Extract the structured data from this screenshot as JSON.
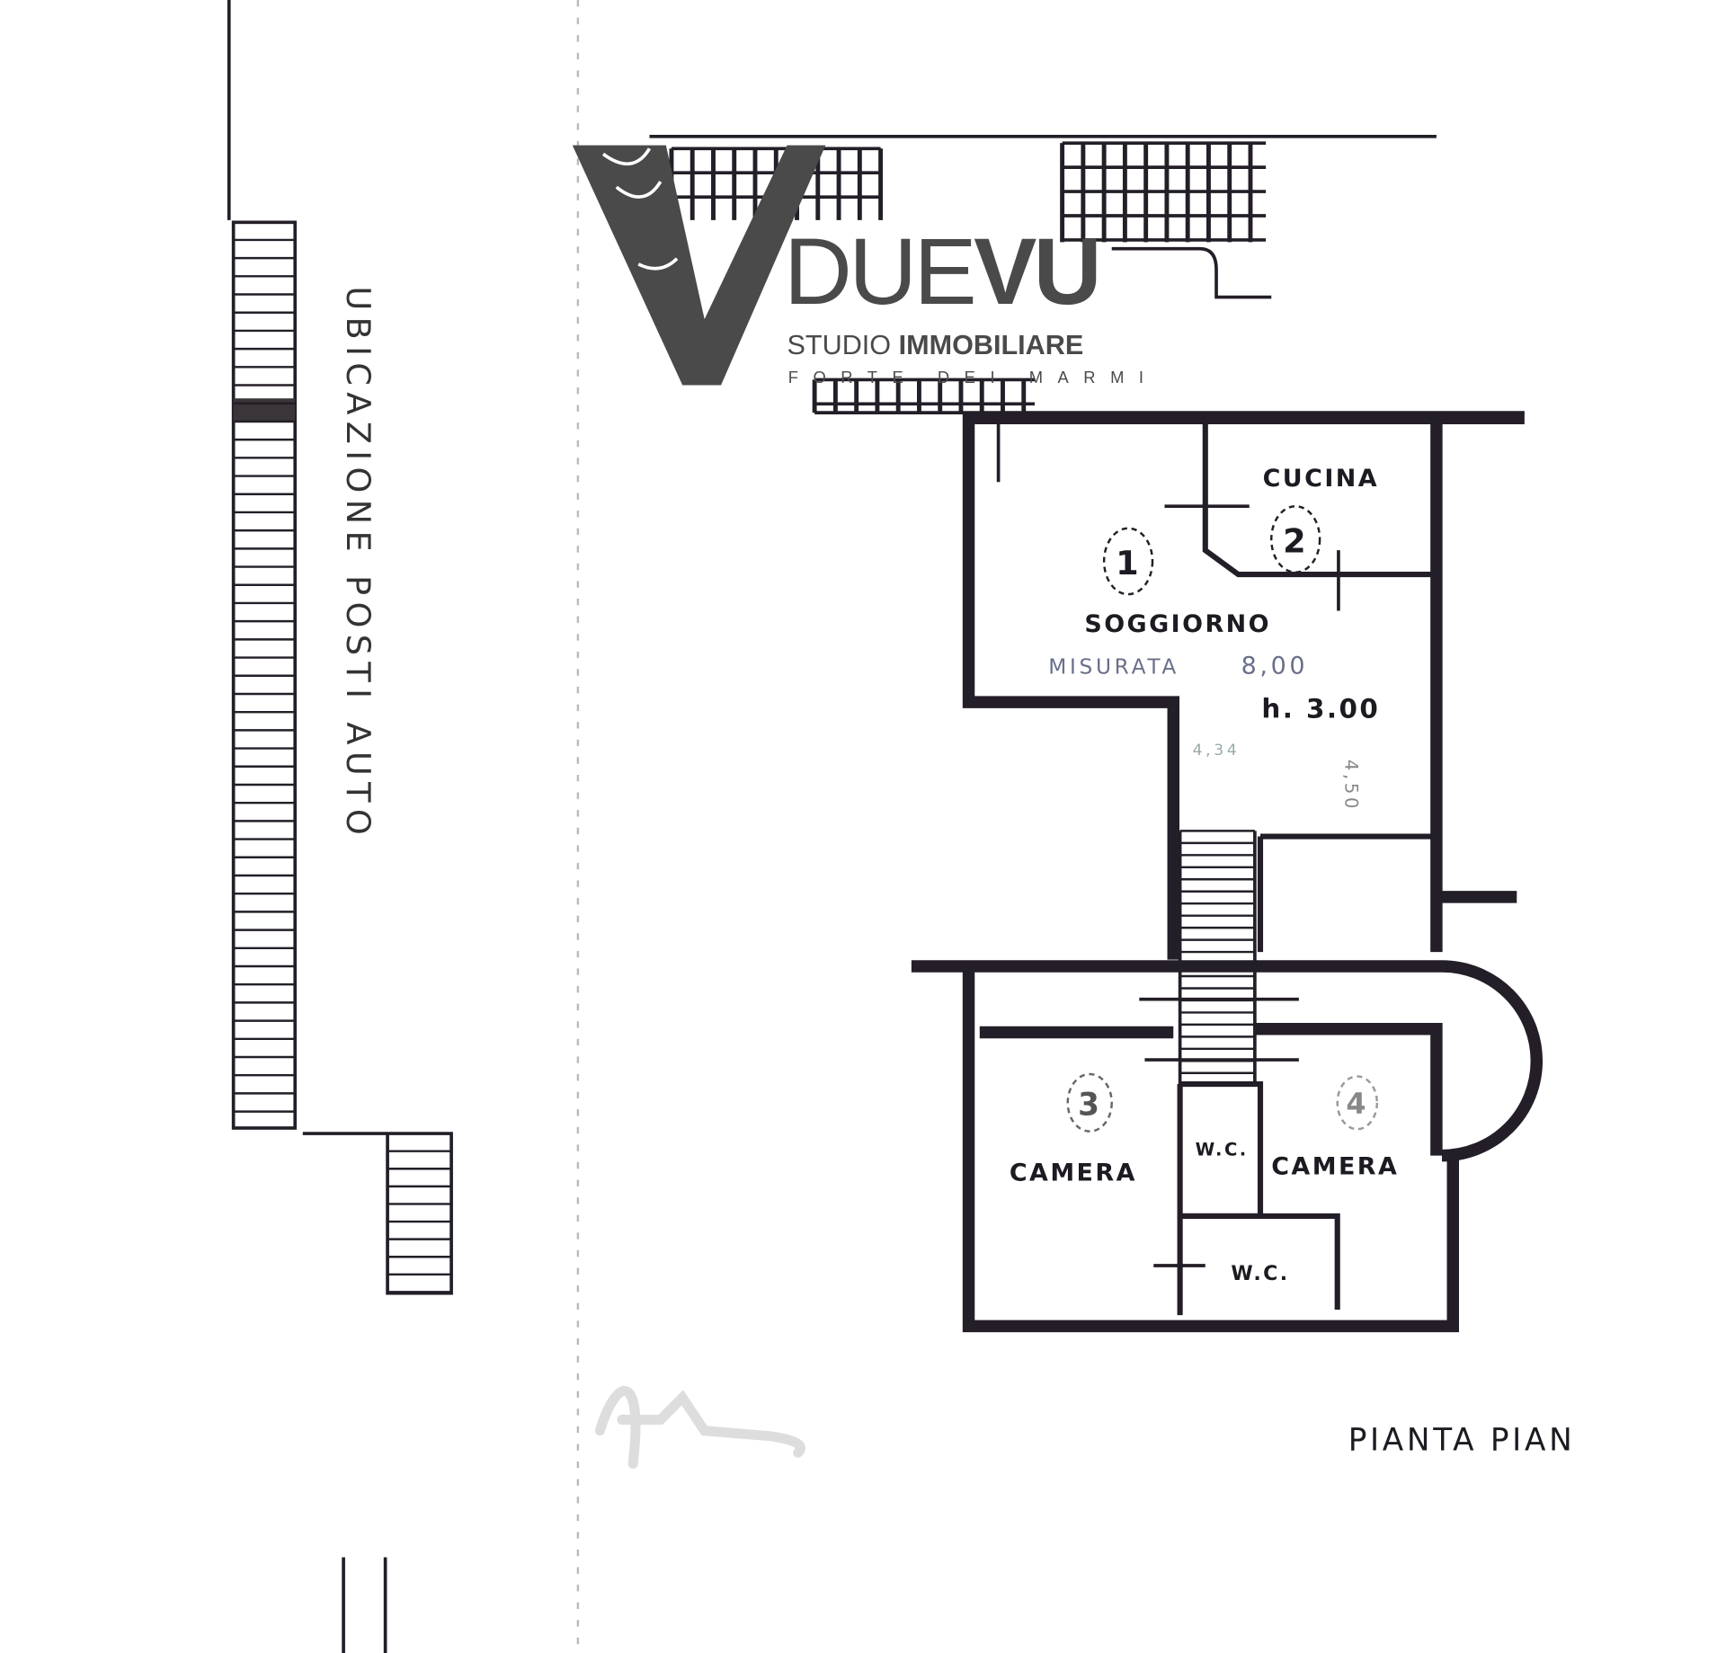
{
  "logo": {
    "brand_light": "DUE",
    "brand_bold": "VU",
    "line1_light": "STUDIO",
    "line1_bold": "IMMOBILIARE",
    "line2": "FORTE DEI MARMI"
  },
  "plan": {
    "parking_label": "UBICAZIONE POSTI AUTO",
    "title": "PIANTA PIAN",
    "rooms": [
      {
        "number": "1",
        "label": "SOGGIORNO"
      },
      {
        "number": "2",
        "label": "CUCINA"
      },
      {
        "number": "3",
        "label": "CAMERA"
      },
      {
        "number": "4",
        "label": "CAMERA"
      },
      {
        "label": "W.C."
      },
      {
        "label": "W.C."
      }
    ],
    "annotations": {
      "measured": "MISURATA",
      "measured_value": "8,00",
      "height": "h. 3.00",
      "dim1": "4,34",
      "dim2": "4,50"
    }
  },
  "colors": {
    "ink": "#231e27",
    "logo": "#4a4a4a",
    "pencil": "#6a6f88"
  }
}
